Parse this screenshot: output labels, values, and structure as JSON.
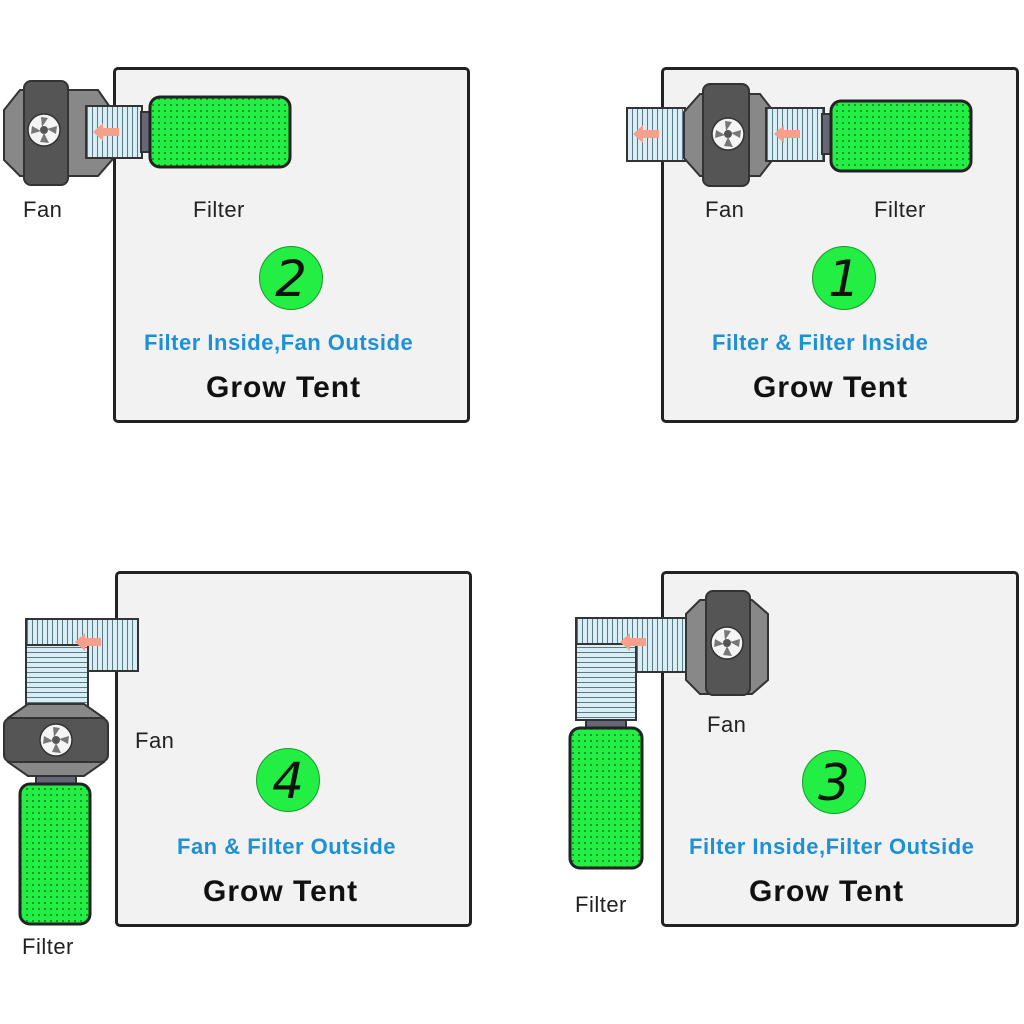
{
  "panels": [
    {
      "number": "2",
      "caption": "Filter Inside,Fan Outside",
      "title": "Grow Tent",
      "fan_label": "Fan",
      "filter_label": "Filter"
    },
    {
      "number": "1",
      "caption": "Filter & Filter Inside",
      "title": "Grow Tent",
      "fan_label": "Fan",
      "filter_label": "Filter"
    },
    {
      "number": "4",
      "caption": "Fan & Filter Outside",
      "title": "Grow Tent",
      "fan_label": "Fan",
      "filter_label": "Filter"
    },
    {
      "number": "3",
      "caption": "Filter Inside,Filter Outside",
      "title": "Grow Tent",
      "fan_label": "Fan",
      "filter_label": "Filter"
    }
  ],
  "colors": {
    "filter_green": "#22ee44",
    "caption_blue": "#1e90d6",
    "fan_gray": "#555555",
    "duct_blue": "#d8eef4",
    "arrow_salmon": "#f4a08a"
  },
  "icons": [
    "fan-icon",
    "filter-icon",
    "duct-icon",
    "airflow-arrow-icon"
  ]
}
